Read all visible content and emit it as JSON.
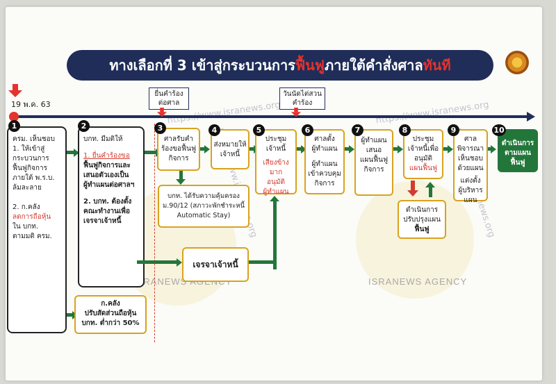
{
  "title": {
    "part1": "ทางเลือกที่ 3 เข้าสู่กระบวนการ",
    "part2": "ฟื้นฟู",
    "part3": "ภายใต้คำสั่งศาล",
    "part4": "ทันที"
  },
  "timeline": {
    "date": "19 พ.ค. 63",
    "marker1": [
      "ยื่นคำร้อง",
      "ต่อศาล"
    ],
    "marker2": [
      "วันนัดไต่สวน",
      "คำร้อง"
    ]
  },
  "watermark": {
    "agency": "ISRANEWS AGENCY",
    "url": "https://www.isranews.org"
  },
  "steps": {
    "s1": {
      "num": "1",
      "lines": [
        "ครม. เห็นชอบ",
        "1. ให้เข้าสู่",
        "กระบวนการ",
        "ฟื้นฟูกิจการ",
        "ภายใต้ พ.ร.บ.",
        "ล้มละลาย",
        "2. ก.คลัง"
      ],
      "red": "ลดการถือหุ้น",
      "lines2": [
        "ใน บกท.",
        "ตามมติ ครม."
      ]
    },
    "s2": {
      "num": "2",
      "head": "บกท. มีมติให้",
      "red": "1. ยื่นคำร้องขอ",
      "lines": [
        "ฟื้นฟูกิจการและ",
        "เสนอตัวเองเป็น",
        "ผู้ทำแผนต่อศาลฯ",
        "2. บกท. ต้องตั้ง",
        "คณะทำงานเพื่อ",
        "เจรจาเจ้าหนี้"
      ]
    },
    "kaklang": [
      "ก.คลัง",
      "ปรับสัดส่วนถือหุ้น",
      "บกท. ต่ำกว่า 50%"
    ],
    "s3": {
      "num": "3",
      "lines": [
        "ศาลรับคำ",
        "ร้องขอฟื้นฟู",
        "กิจการ"
      ]
    },
    "stay": [
      "บกท. ได้รับความคุ้มครอง",
      "ม.90/12 (สภาวะพักชำระหนี้",
      "Automatic Stay)"
    ],
    "negotiate": "เจรจาเจ้าหนี้",
    "s4": {
      "num": "4",
      "lines": [
        "ส่งหมายให้",
        "เจ้าหนี้"
      ]
    },
    "s5": {
      "num": "5",
      "lines": [
        "ประชุม",
        "เจ้าหนี้"
      ],
      "red": [
        "เสียงข้างมาก",
        "อนุมัติ",
        "ผู้ทำแผน"
      ]
    },
    "s6": {
      "num": "6",
      "lines": [
        "ศาลตั้ง",
        "ผู้ทำแผน",
        "ผู้ทำแผน",
        "เข้าควบคุม",
        "กิจการ"
      ]
    },
    "s7": {
      "num": "7",
      "lines": [
        "ผู้ทำแผน",
        "เสนอ",
        "แผนฟื้นฟู",
        "กิจการ"
      ]
    },
    "s8": {
      "num": "8",
      "lines": [
        "ประชุม",
        "เจ้าหนี้เพื่อ",
        "อนุมัติ"
      ],
      "red": "แผนฟื้นฟู"
    },
    "adjust": [
      "ดำเนินการ",
      "ปรับปรุงแผน",
      "ฟื้นฟู"
    ],
    "s9": {
      "num": "9",
      "lines": [
        "ศาล",
        "พิจารณา",
        "เห็นชอบ",
        "ด้วยแผน",
        "แต่งตั้ง",
        "ผู้บริหาร",
        "แผน"
      ]
    },
    "s10": {
      "num": "10",
      "lines": [
        "ดำเนินการ",
        "ตามแผนฟื้นฟู"
      ]
    }
  },
  "colors": {
    "navy": "#1f2d58",
    "red": "#e5322d",
    "green": "#23763a",
    "gold": "#d9a21e"
  }
}
